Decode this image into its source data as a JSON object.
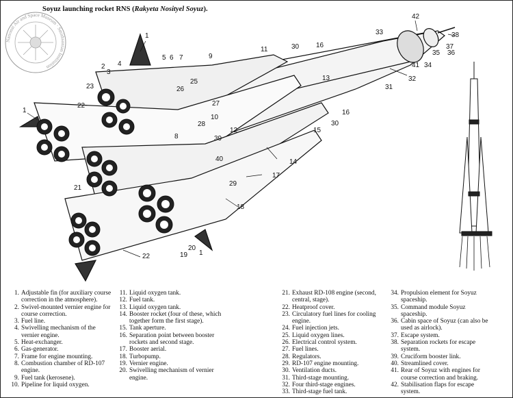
{
  "title": {
    "prefix": "Soyuz launching rocket RNS (",
    "italic": "Rakyeta Nosityel Soyuz",
    "suffix": ")."
  },
  "seal_text": "National Air and Space Museum · Smithsonian Institution",
  "callouts": [
    "1",
    "2",
    "3",
    "4",
    "5",
    "6",
    "7",
    "8",
    "9",
    "10",
    "11",
    "12",
    "13",
    "14",
    "15",
    "16",
    "17",
    "18",
    "19",
    "20",
    "21",
    "22",
    "23",
    "25",
    "26",
    "27",
    "28",
    "29",
    "30",
    "31",
    "32",
    "33",
    "34",
    "35",
    "36",
    "37",
    "38",
    "39",
    "40",
    "41",
    "42"
  ],
  "legend": {
    "col1": [
      {
        "n": "1.",
        "t": "Adjustable fin (for auxiliary course correction in the atmosphere)."
      },
      {
        "n": "2.",
        "t": "Swivel-mounted vernier engine for course correction."
      },
      {
        "n": "3.",
        "t": "Fuel line."
      },
      {
        "n": "4.",
        "t": "Swivelling mechanism of the vernier engine."
      },
      {
        "n": "5.",
        "t": "Heat-exchanger."
      },
      {
        "n": "6.",
        "t": "Gas-generator."
      },
      {
        "n": "7.",
        "t": "Frame for engine mounting."
      },
      {
        "n": "8.",
        "t": "Combustion chamber of RD-107 engine."
      },
      {
        "n": "9.",
        "t": "Fuel tank (kerosene)."
      },
      {
        "n": "10.",
        "t": "Pipeline for liquid oxygen."
      }
    ],
    "col2": [
      {
        "n": "11.",
        "t": "Liquid oxygen tank."
      },
      {
        "n": "12.",
        "t": "Fuel tank."
      },
      {
        "n": "13.",
        "t": "Liquid oxygen tank."
      },
      {
        "n": "14.",
        "t": "Booster rocket (four of these, which together form the first stage)."
      },
      {
        "n": "15.",
        "t": "Tank aperture."
      },
      {
        "n": "16.",
        "t": "Separation point between booster rockets and second stage."
      },
      {
        "n": "17.",
        "t": "Booster aerial."
      },
      {
        "n": "18.",
        "t": "Turbopump."
      },
      {
        "n": "19.",
        "t": "Vernier engine."
      },
      {
        "n": "20.",
        "t": "Swivelling mechanism of vernier engine."
      }
    ],
    "col3": [
      {
        "n": "21.",
        "t": "Exhaust RD-108 engine (second, central, stage)."
      },
      {
        "n": "22.",
        "t": "Heatproof cover."
      },
      {
        "n": "23.",
        "t": "Circulatory fuel lines for cooling engine."
      },
      {
        "n": "24.",
        "t": "Fuel injection jets."
      },
      {
        "n": "25.",
        "t": "Liquid oxygen lines."
      },
      {
        "n": "26.",
        "t": "Electrical control system."
      },
      {
        "n": "27.",
        "t": "Fuel lines."
      },
      {
        "n": "28.",
        "t": "Regulators."
      },
      {
        "n": "29.",
        "t": "RD-107 engine mounting."
      },
      {
        "n": "30.",
        "t": "Ventilation ducts."
      },
      {
        "n": "31.",
        "t": "Third-stage mounting."
      },
      {
        "n": "32.",
        "t": "Four third-stage engines."
      },
      {
        "n": "33.",
        "t": "Third-stage fuel tank."
      }
    ],
    "col4": [
      {
        "n": "34.",
        "t": "Propulsion element for Soyuz spaceship."
      },
      {
        "n": "35.",
        "t": "Command module Soyuz spaceship."
      },
      {
        "n": "36.",
        "t": "Cabin space of Soyuz (can also be used as airlock)."
      },
      {
        "n": "37.",
        "t": "Escape system."
      },
      {
        "n": "38.",
        "t": "Separation rockets for escape system."
      },
      {
        "n": "39.",
        "t": "Cruciform booster link."
      },
      {
        "n": "40.",
        "t": "Streamlined cover."
      },
      {
        "n": "41.",
        "t": "Rear of Soyuz with engines for course correction and braking."
      },
      {
        "n": "42.",
        "t": "Stabilisation flaps for escape system."
      }
    ]
  }
}
